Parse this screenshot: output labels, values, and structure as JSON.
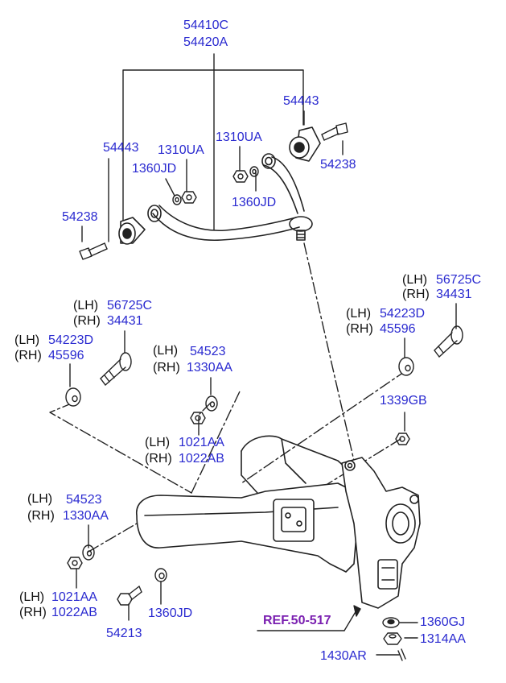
{
  "colors": {
    "part_number": "#2a2ad0",
    "side_prefix": "#111111",
    "reference": "#7a1fb0",
    "line": "#222222"
  },
  "labels": {
    "upper_arm_lh": "54410C",
    "upper_arm_rh": "54420A",
    "bushing_left": "54443",
    "bushing_right": "54443",
    "nut_left": "1310UA",
    "nut_right": "1310UA",
    "washer_left": "1360JD",
    "washer_right": "1360JD",
    "bolt_left": "54238",
    "bolt_right": "54238",
    "ecc_bolt_left_lh": "56725C",
    "ecc_bolt_left_rh": "34431",
    "ecc_bolt_right_lh": "56725C",
    "ecc_bolt_right_rh": "34431",
    "ecc_plate_left_lh": "54223D",
    "ecc_plate_left_rh": "45596",
    "ecc_plate_right_lh": "54223D",
    "ecc_plate_right_rh": "45596",
    "washer_mid_lh": "54523",
    "washer_mid_rh": "1330AA",
    "nut_mid_lh": "1021AA",
    "nut_mid_rh": "1022AB",
    "nut_1339": "1339GB",
    "washer_low_lh": "54523",
    "washer_low_rh": "1330AA",
    "nut_low_lh": "1021AA",
    "nut_low_rh": "1022AB",
    "bolt_54213": "54213",
    "washer_1360jd_low": "1360JD",
    "reference": "REF.50-517",
    "washer_1360gj": "1360GJ",
    "nut_1314aa": "1314AA",
    "pin_1430ar": "1430AR"
  },
  "side": {
    "lh": "(LH)",
    "rh": "(RH)"
  }
}
